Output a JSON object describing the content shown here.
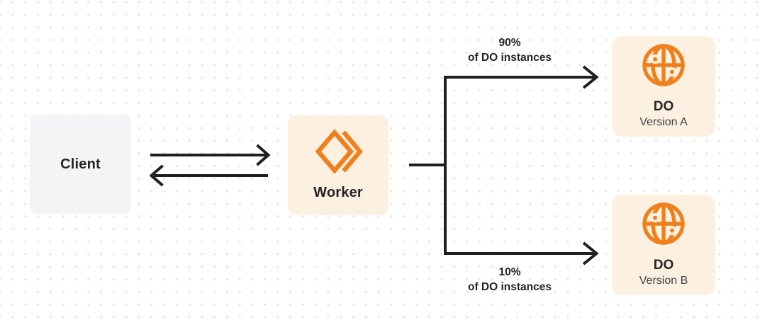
{
  "diagram": {
    "client": {
      "label": "Client"
    },
    "worker": {
      "label": "Worker",
      "icon": "cloudflare-workers-icon"
    },
    "do_version_a": {
      "title": "DO",
      "subtitle": "Version A",
      "icon": "globe-icon"
    },
    "do_version_b": {
      "title": "DO",
      "subtitle": "Version B",
      "icon": "globe-icon"
    },
    "traffic_labels": {
      "top": {
        "line1": "90%",
        "line2": "of DO instances"
      },
      "bottom": {
        "line1": "10%",
        "line2": "of DO instances"
      }
    }
  },
  "colors": {
    "accent_orange": "#f0801e",
    "node_cream": "#fcf1e1",
    "node_gray": "#f4f4f6",
    "line_dark": "#1f1f1f",
    "text_dark": "#242424",
    "text_muted": "#3f3f3f",
    "dot_grid": "#e3e3e4",
    "background": "#ffffff"
  }
}
